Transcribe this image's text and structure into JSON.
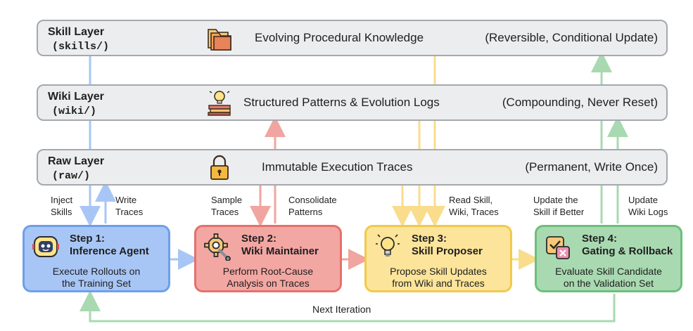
{
  "layers": [
    {
      "name": "Skill Layer",
      "dir": "(skills/)",
      "desc": "Evolving Procedural Knowledge",
      "note": "(Reversible, Conditional Update)",
      "icon": "folder-icon"
    },
    {
      "name": "Wiki Layer",
      "dir": "(wiki/)",
      "desc": "Structured Patterns & Evolution Logs",
      "note": "(Compounding, Never Reset)",
      "icon": "lightbulb-books-icon"
    },
    {
      "name": "Raw Layer",
      "dir": "(raw/)",
      "desc": "Immutable Execution Traces",
      "note": "(Permanent, Write Once)",
      "icon": "padlock-icon"
    }
  ],
  "steps": [
    {
      "title1": "Step 1:",
      "title2": "Inference Agent",
      "desc1": "Execute Rollouts on",
      "desc2": "the Training Set",
      "icon": "robot-icon",
      "color": "#a8c6f5",
      "border": "#6e9fea"
    },
    {
      "title1": "Step 2:",
      "title2": "Wiki Maintainer",
      "desc1": "Perform Root-Cause",
      "desc2": "Analysis on Traces",
      "icon": "gear-wrench-icon",
      "color": "#f3a7a3",
      "border": "#e6706b"
    },
    {
      "title1": "Step 3:",
      "title2": "Skill Proposer",
      "desc1": "Propose Skill Updates",
      "desc2": "from Wiki and Traces",
      "icon": "lightbulb-icon",
      "color": "#fce49a",
      "border": "#f2c94c"
    },
    {
      "title1": "Step 4:",
      "title2": "Gating & Rollback",
      "desc1": "Evaluate Skill Candidate",
      "desc2": "on the Validation Set",
      "icon": "checkbox-gate-icon",
      "color": "#a9d9b1",
      "border": "#6cbf7b"
    }
  ],
  "edge_labels": {
    "inject": [
      "Inject",
      "Skills"
    ],
    "write": [
      "Write",
      "Traces"
    ],
    "sample": [
      "Sample",
      "Traces"
    ],
    "consolidate": [
      "Consolidate",
      "Patterns"
    ],
    "read": [
      "Read Skill,",
      "Wiki, Traces"
    ],
    "update_skill": [
      "Update the",
      "Skill if Better"
    ],
    "update_wiki": [
      "Update",
      "Wiki Logs"
    ],
    "next_iteration": "Next Iteration"
  },
  "colors": {
    "blue": "#a8c6f5",
    "red": "#f0a5a0",
    "yellow": "#f9dc8c",
    "green": "#a9d9b1"
  }
}
